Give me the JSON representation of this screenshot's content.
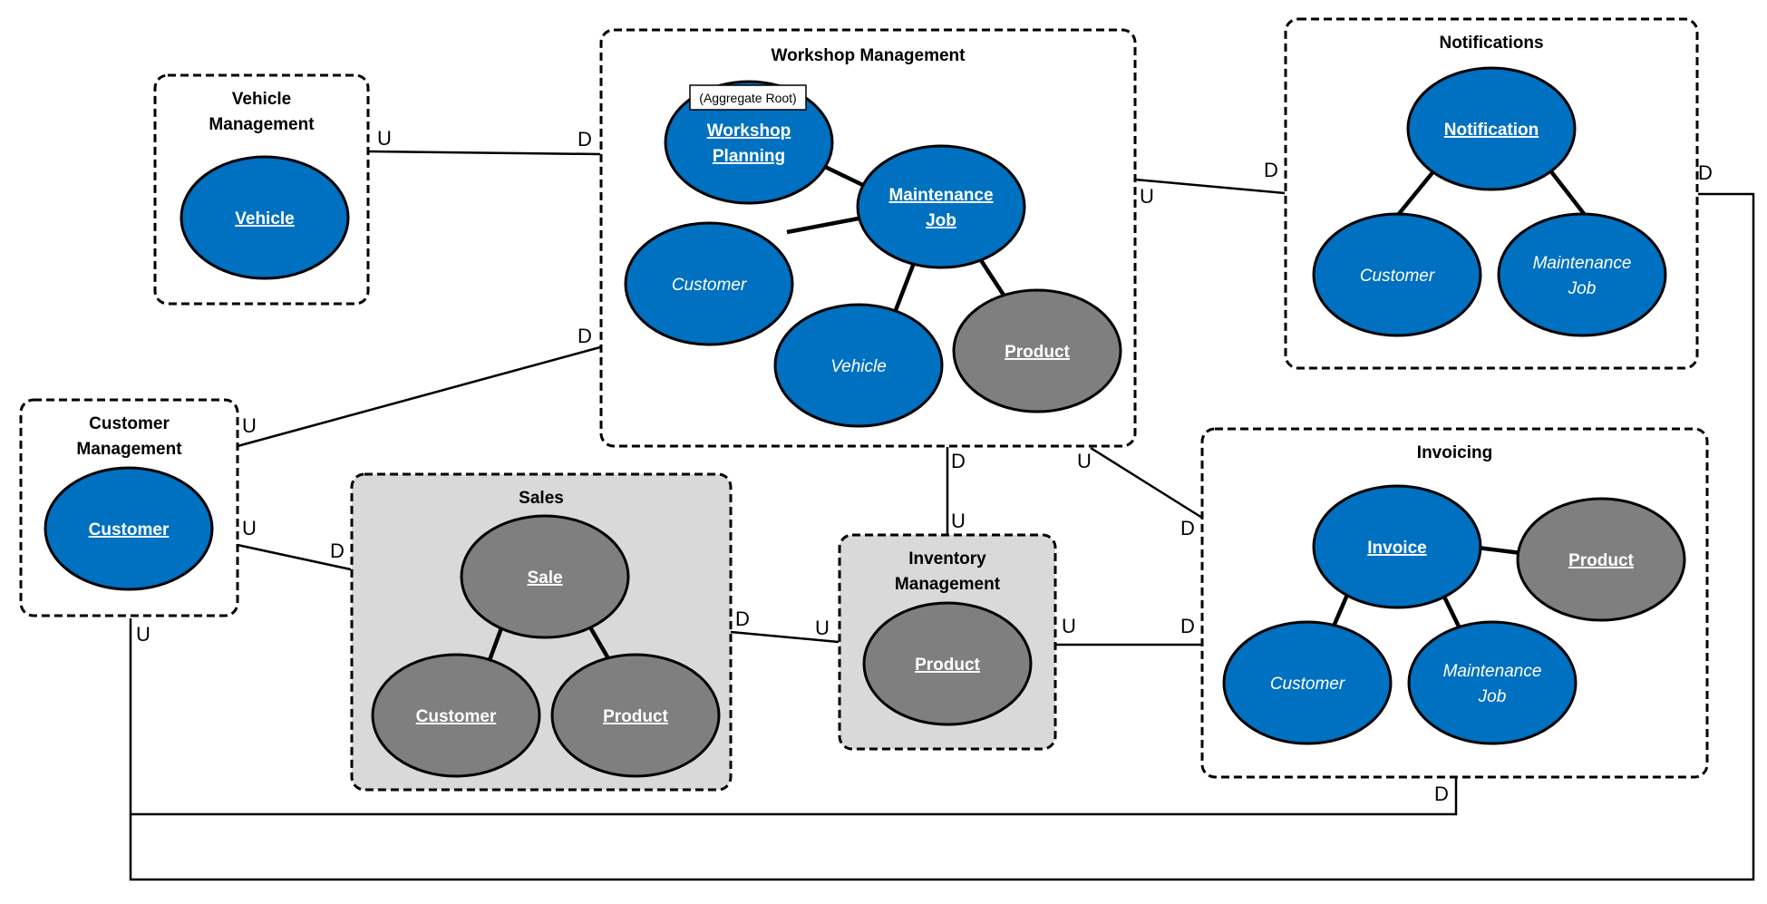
{
  "colors": {
    "blue": "#0070c0",
    "gray": "#7f7f7f",
    "box_gray": "#d9d9d9",
    "stroke": "#000000",
    "white": "#ffffff"
  },
  "contexts": {
    "vehicle_mgmt": {
      "title": [
        "Vehicle",
        "Management"
      ]
    },
    "workshop_mgmt": {
      "title": [
        "Workshop Management"
      ]
    },
    "notifications": {
      "title": [
        "Notifications"
      ]
    },
    "customer_mgmt": {
      "title": [
        "Customer",
        "Management"
      ]
    },
    "sales": {
      "title": [
        "Sales"
      ]
    },
    "inventory_mgmt": {
      "title": [
        "Inventory",
        "Management"
      ]
    },
    "invoicing": {
      "title": [
        "Invoicing"
      ]
    }
  },
  "nodes": {
    "vehicle": {
      "lines": [
        "Vehicle"
      ]
    },
    "workshop_planning": {
      "lines": [
        "Workshop",
        "Planning"
      ]
    },
    "maintenance_job": {
      "lines": [
        "Maintenance",
        "Job"
      ]
    },
    "wm_customer": {
      "lines": [
        "Customer"
      ]
    },
    "wm_vehicle": {
      "lines": [
        "Vehicle"
      ]
    },
    "wm_product": {
      "lines": [
        "Product"
      ]
    },
    "notification": {
      "lines": [
        "Notification"
      ]
    },
    "n_customer": {
      "lines": [
        "Customer"
      ]
    },
    "n_maintenance_job": {
      "lines": [
        "Maintenance",
        "Job"
      ]
    },
    "customer": {
      "lines": [
        "Customer"
      ]
    },
    "sale": {
      "lines": [
        "Sale"
      ]
    },
    "s_customer": {
      "lines": [
        "Customer"
      ]
    },
    "s_product": {
      "lines": [
        "Product"
      ]
    },
    "inv_product": {
      "lines": [
        "Product"
      ]
    },
    "invoice": {
      "lines": [
        "Invoice"
      ]
    },
    "i_product": {
      "lines": [
        "Product"
      ]
    },
    "i_customer": {
      "lines": [
        "Customer"
      ]
    },
    "i_maintenance_job": {
      "lines": [
        "Maintenance",
        "Job"
      ]
    }
  },
  "aggregate_root_tag": "(Aggregate Root)",
  "relation_labels": {
    "upstream": "U",
    "downstream": "D"
  }
}
